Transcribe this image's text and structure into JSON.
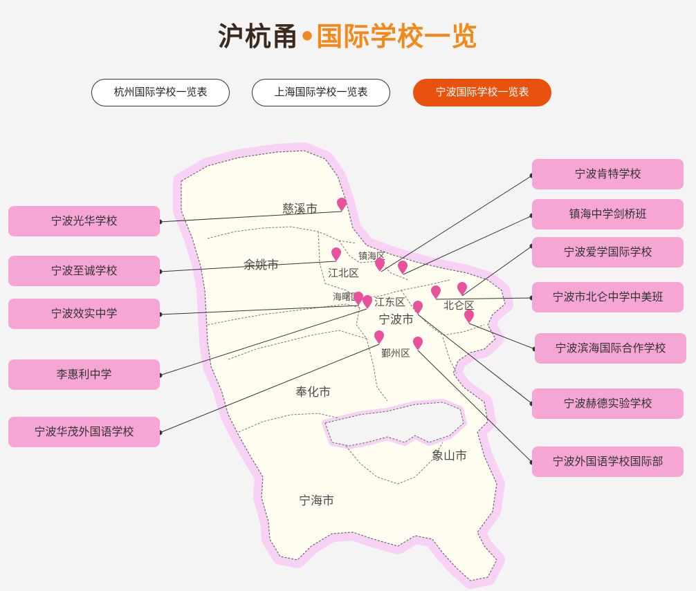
{
  "header": {
    "title_part1": "沪杭甬",
    "title_dot": "•",
    "title_part2": "国际学校一览"
  },
  "tabs": [
    {
      "label": "杭州国际学校一览表",
      "active": false
    },
    {
      "label": "上海国际学校一览表",
      "active": false
    },
    {
      "label": "宁波国际学校一览表",
      "active": true
    }
  ],
  "colors": {
    "accent": "#e9510e",
    "title_orange": "#f08a1c",
    "label_pink": "#f6a6d4",
    "marker_pink": "#e8519c",
    "map_fill": "#fffdf0",
    "map_glow": "#f7d2f5"
  },
  "map": {
    "regions": {
      "cixi": "慈溪市",
      "yuyao": "余姚市",
      "zhenhai": "镇海区",
      "jiangbei": "江北区",
      "haishu": "海曙区",
      "jiangdong": "江东区",
      "beilun": "北仑区",
      "ningbo": "宁波市",
      "yinzhou": "鄞州区",
      "fenghua": "奉化市",
      "xiangshan": "象山市",
      "ninghai": "宁海市"
    }
  },
  "schools_left": [
    {
      "name": "宁波光华学校"
    },
    {
      "name": "宁波至诚学校"
    },
    {
      "name": "宁波效实中学"
    },
    {
      "name": "李惠利中学"
    },
    {
      "name": "宁波华茂外国语学校"
    }
  ],
  "schools_right": [
    {
      "name": "宁波肯特学校"
    },
    {
      "name": "镇海中学剑桥班"
    },
    {
      "name": "宁波爱学国际学校"
    },
    {
      "name": "宁波市北仑中学中美班"
    },
    {
      "name": "宁波滨海国际合作学校"
    },
    {
      "name": "宁波赫德实验学校"
    },
    {
      "name": "宁波外国语学校国际部"
    }
  ]
}
